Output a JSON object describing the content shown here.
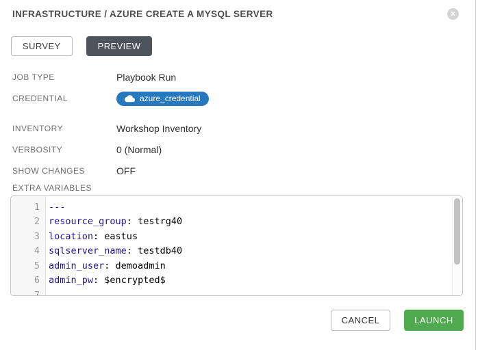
{
  "header": {
    "title": "INFRASTRUCTURE / AZURE CREATE A MYSQL SERVER",
    "close_glyph": "×"
  },
  "tabs": {
    "survey": "SURVEY",
    "preview": "PREVIEW",
    "active_tab": "PREVIEW"
  },
  "details": {
    "rows": [
      {
        "label": "JOB TYPE",
        "value": "Playbook Run"
      },
      {
        "label": "CREDENTIAL",
        "value": "azure_credential"
      },
      {
        "label": "INVENTORY",
        "value": "Workshop Inventory"
      },
      {
        "label": "VERBOSITY",
        "value": "0 (Normal)"
      },
      {
        "label": "SHOW CHANGES",
        "value": "OFF"
      }
    ]
  },
  "extra_variables": {
    "label": "EXTRA VARIABLES",
    "lines": [
      {
        "num": "1",
        "key": "---",
        "sep": "",
        "val": ""
      },
      {
        "num": "2",
        "key": "resource_group",
        "sep": ":",
        "val": " testrg40"
      },
      {
        "num": "3",
        "key": "location",
        "sep": ":",
        "val": " eastus"
      },
      {
        "num": "4",
        "key": "sqlserver_name",
        "sep": ":",
        "val": " testdb40"
      },
      {
        "num": "5",
        "key": "admin_user",
        "sep": ":",
        "val": " demoadmin"
      },
      {
        "num": "6",
        "key": "admin_pw",
        "sep": ":",
        "val": " $encrypted$"
      },
      {
        "num": "7",
        "key": "",
        "sep": "",
        "val": ""
      }
    ]
  },
  "footer": {
    "cancel": "CANCEL",
    "launch": "LAUNCH"
  },
  "colors": {
    "badge_blue": "#2878be",
    "launch_green": "#4fa94f",
    "tab_active_bg": "#4e545b",
    "yaml_key": "#221199"
  }
}
